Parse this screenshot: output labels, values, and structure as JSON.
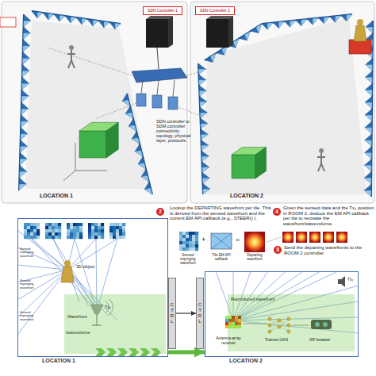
{
  "diagram": {
    "nodes": [
      {
        "text": [
          "SDN Controller 1"
        ]
      },
      {
        "text": [
          "SDN Controller 2"
        ]
      },
      {
        "text": [
          "LOCATION 1"
        ]
      },
      {
        "text": [
          "Wavefront",
          "wavevolume"
        ],
        "in": 2
      },
      {
        "text": [
          "CTRL"
        ]
      },
      {
        "text": [
          "CTRL"
        ]
      },
      {
        "text": [
          "LOCATION 2"
        ]
      },
      {
        "text": [
          "Reproduced wavefront"
        ],
        "in": 6
      }
    ],
    "edges": [
      {
        "from": 2,
        "to": 6,
        "arrow": "to"
      },
      {
        "from": 4,
        "to": 5,
        "arrow": "to"
      }
    ],
    "labels": [
      "LOCATION 1",
      "LOCATION 2",
      "SDN controller to SDM controller connectivity: topology, physical layer, protocols.",
      "2",
      "Lookup the DEPARTING wavefront per tile. This is derived from the sensed wavefront and the current EM API callback (e.g., STEER() ).",
      "Sensed impinging wavefront",
      "+",
      "Tile EM API callback",
      "=",
      "Departing wavefront",
      "3",
      "Send the departing wavefronts to the ROOM 2 controller.",
      "4",
      "Given the sensed data and the Tx₂ position in ROOM 2, deduce the EM API callback per tile to recreate the wavefront/wavevolume.",
      "3D object",
      "Tx₁",
      "Sensed impinging wavefront",
      "Sensed impinging wavefront",
      "Sensed impinging wavefront",
      "Antenna array receiver",
      "Trained GAN",
      "XR headset",
      "Tx₂"
    ]
  }
}
